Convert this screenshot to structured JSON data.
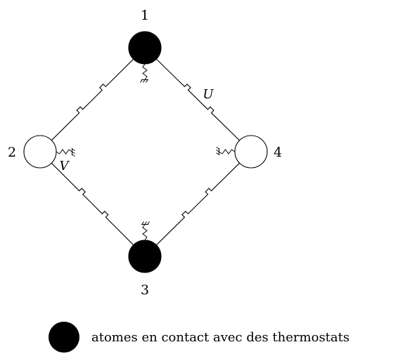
{
  "diagram": {
    "colors": {
      "filled": "#000000",
      "empty": "#ffffff",
      "stroke": "#000000"
    },
    "nodes": [
      {
        "id": "1",
        "label": "1",
        "filled": true
      },
      {
        "id": "2",
        "label": "2",
        "filled": false
      },
      {
        "id": "3",
        "label": "3",
        "filled": true
      },
      {
        "id": "4",
        "label": "4",
        "filled": false
      }
    ],
    "edges": [
      {
        "from": "1",
        "to": "2",
        "spring": "square"
      },
      {
        "from": "1",
        "to": "4",
        "spring": "square"
      },
      {
        "from": "2",
        "to": "3",
        "spring": "square"
      },
      {
        "from": "3",
        "to": "4",
        "spring": "square"
      }
    ],
    "couplings": [
      {
        "node": "1",
        "style": "zigzag-ground"
      },
      {
        "node": "2",
        "style": "zigzag-ground"
      },
      {
        "node": "3",
        "style": "zigzag-ground"
      },
      {
        "node": "4",
        "style": "zigzag-ground"
      }
    ],
    "annotations": {
      "U": "U",
      "V": "V"
    },
    "legend": {
      "text": "atomes en contact avec des thermostats"
    }
  }
}
